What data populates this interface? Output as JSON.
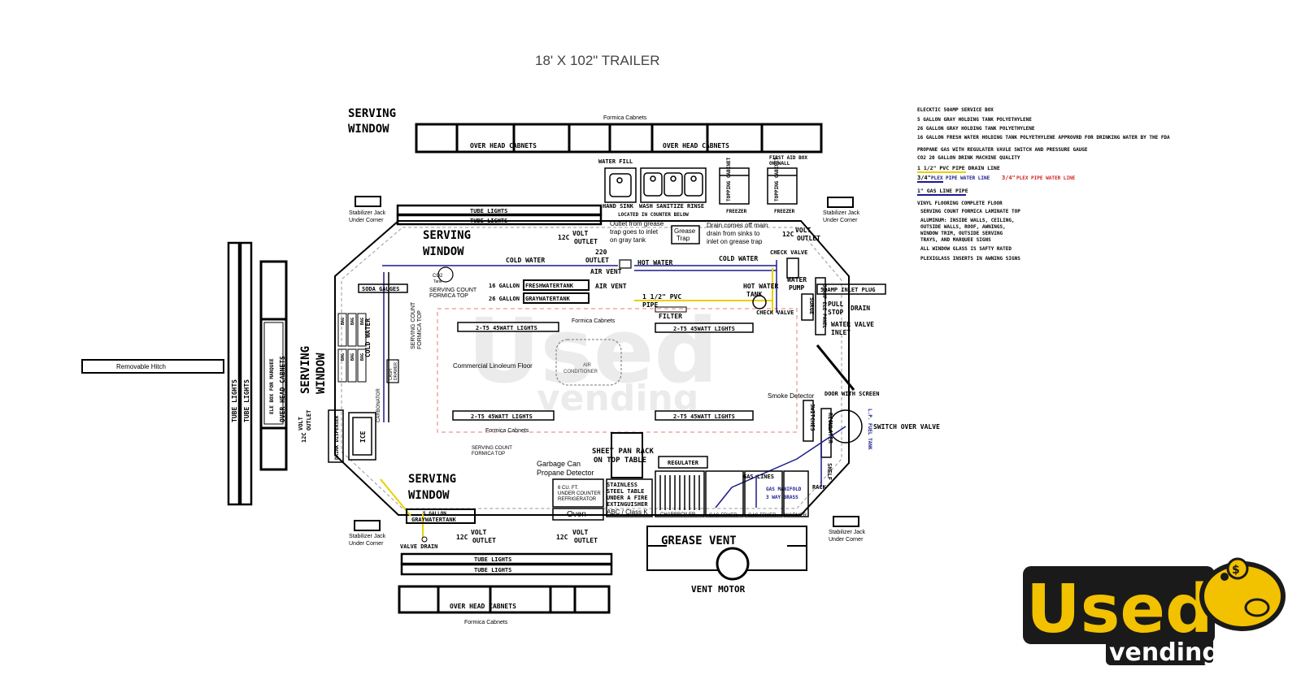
{
  "title": "18' X 102\" TRAILER",
  "formica_cabnets": "Formica Cabnets",
  "overhead_cabnets": "OVER HEAD CABNETS",
  "serving_window": [
    "SERVING",
    "WINDOW"
  ],
  "tube_lights": "TUBE LIGHTS",
  "water_fill": "WATER FILL",
  "hand_sink": "HAND SINK",
  "wash_sanitize": "WASH SANITIZE RINSE",
  "located_counter": "LOCATED IN COUNTER BELOW",
  "freezer": "FREEZER",
  "topping_cabinet": "TOPPING CABINET",
  "first_aid": [
    "FIRST AID BOX",
    "ON WALL"
  ],
  "stabilizer": [
    "Stabilizer Jack",
    "Under Corner"
  ],
  "outlet_12c": "12C",
  "volt": "VOLT",
  "outlet": "OUTLET",
  "v220": "220",
  "grease_outlet_note": [
    "Outlet from grease",
    "trap goes to inlet",
    "on gray tank"
  ],
  "grease_trap": [
    "Grease",
    "Trap"
  ],
  "drain_note": [
    "Drain comes off main",
    "drain from sinks to",
    "inlet on grease trap"
  ],
  "check_valve": "CHECK VALVE",
  "cold_water": "COLD WATER",
  "hot_water": "HOT WATER",
  "air_vent": "AIR VENT",
  "hot_water_tank": [
    "HOT WATER",
    "TANK"
  ],
  "water_pump": [
    "WATER",
    "PUMP"
  ],
  "fresh_tank_size": "16 GALLON",
  "fresh_tank": "FRESHWATERTANK",
  "gray_tank_size": "26 GALLON",
  "gray_tank": "GRAYWATERTANK",
  "pvc_pipe": [
    "1 1/2\" PVC",
    "PIPE"
  ],
  "filter": "FILTER",
  "inlet_plug": "50AMP INLET PLUG",
  "pull_stop": [
    "PULL",
    "STOP"
  ],
  "drain": "DRAIN",
  "water_valve_inlet": [
    "WATER VALVE",
    "INLET"
  ],
  "surge": "SURGE",
  "panel": "50AMP ELE PANEL",
  "soda_gauges": "SODA GAUGES",
  "co2_tank": [
    "CO2",
    "Tank"
  ],
  "serving_count": [
    "SERVING COUNT",
    "FORMICA TOP"
  ],
  "lights_45w": "2-T5 45WATT LIGHTS",
  "commercial_floor": "Commercial Linoleum Floor",
  "air_conditioner": [
    "AIR",
    "CONDITIONER"
  ],
  "bag_in_box": "BAG",
  "carbonator": "CARBONATOR",
  "cash_drawer": [
    "CASH",
    "DRAWER"
  ],
  "ice": "ICE",
  "drink_dispenser": "DRINK DISPENSER",
  "removable_hitch": "Removable Hitch",
  "ele_box_marquee": "ELE BOX FOR MARQUEE",
  "smoke_detector": "Smoke Detector",
  "door_screen": "DOOR WITH SCREEN",
  "switches": "SWITCHES",
  "regulater": "REGULATER",
  "switch_over_valve": "SWITCH OVER VALVE",
  "lp_tank": "L.P. FUEL TANK",
  "shelf": "SHELF",
  "rack": "RACK",
  "sheet_pan": [
    "SHEET PAN RACK",
    "ON TOP TABLE"
  ],
  "garbage": "Garbage Can",
  "propane_detector": "Propane Detector",
  "stainless_table": [
    "STAINLESS",
    "STEEL TABLE",
    "UNDER A FIRE",
    "EXTINGUISHER",
    "ABC / Class K"
  ],
  "refrigerator": [
    "6 CU. FT.",
    "UNDER COUNTER",
    "REFRIGERATOR"
  ],
  "oven": "Oven",
  "charbroiler": "CHARBROILER",
  "gas_fryer": "GAS FRYER",
  "warmer": "WARMER",
  "gas_lines": "GAS LINES",
  "gas_manifold": [
    "GAS MANIFOLD",
    "3 WAY BRASS"
  ],
  "gallon5_gray": [
    "5 GALLON",
    "GRAYWATERTANK"
  ],
  "valve_drain": "VALVE DRAIN",
  "grease_vent": "GREASE VENT",
  "vent_motor": "VENT MOTOR",
  "specs": [
    "ELECKTIC 50AMP SERVICE BOX",
    "5 GALLON GRAY HOLDING TANK  POLYETHYLENE",
    "26 GALLON GRAY HOLDING TANK POLYETHYLENE",
    "16 GALLON FRESH WATER HOLDING TANK POLYETHYLENE APPROVRD FOR DRINKING WATER BY THE FDA",
    "PROPANE GAS WITH REGULATER VAVLE SWITCH AND PRESSURE GAUGE",
    "CO2 20 GALLON DRINK MACHINE QUALITY"
  ],
  "legend_pvc": "1 1/2\" PVC PIPE DRAIN LINE",
  "legend_pex_label": "3/4\"",
  "legend_pex_blue": "PLEX PIPE WATER LINE",
  "legend_pex_red": "PLEX PIPE WATER LINE",
  "legend_gas": "1\" GAS LINE PIPE",
  "specs2": [
    "VINYL FLOORING COMPLETE FLOOR",
    "SERVING COUNT FORMICA LAMINATE TOP",
    "ALUMINUM:  INSIDE WALLS, CEILING,",
    "OUTSIDE WALLS, ROOF, AWNINGS,",
    "WINDOW TRIM, OUTSIDE SERVING",
    "TRAYS, AND MARQUEE SIGNS",
    "ALL WINDOW GLASS IS SAFTY RATED",
    "PLEXIGLASS INSERTS IN AWNING SIGNS"
  ],
  "logo": {
    "word1": "Used",
    "word2": "vending",
    "dollar": "$"
  },
  "colors": {
    "yellow": "#e8d000",
    "blue": "#1a1a8c",
    "red": "#d02020",
    "logo_yellow": "#f2c100",
    "watermark": "#cccccc"
  }
}
